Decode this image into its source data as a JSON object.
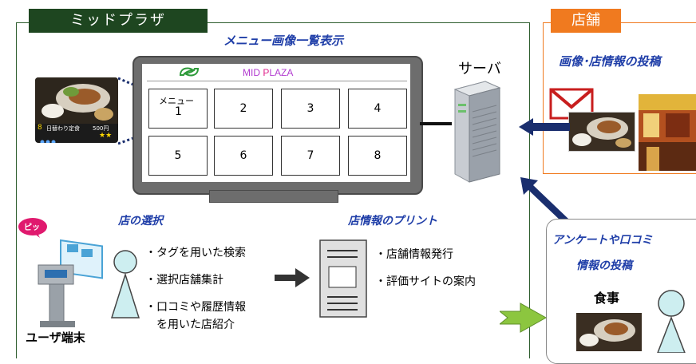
{
  "mid_plaza": {
    "title": "ミッドプラザ",
    "menu_display_title": "メニュー画像一覧表示",
    "logo_text_pre": "MID ",
    "logo_text_p": "P",
    "logo_text_post": "LAZA",
    "menu_first_label": "メニュー",
    "menu_numbers": [
      "1",
      "2",
      "3",
      "4",
      "5",
      "6",
      "7",
      "8"
    ],
    "sample_menu": {
      "number": "8",
      "name": "日替わり定食",
      "price": "500円",
      "stars": "★★"
    },
    "server_label": "サーバ",
    "selection_title": "店の選択",
    "selection_items": [
      "・タグを用いた検索",
      "・選択店舗集計",
      "・口コミや履歴情報",
      "を用いた店紹介"
    ],
    "print_title": "店情報のプリント",
    "print_items": [
      "・店舗情報発行",
      "・評価サイトの案内"
    ],
    "terminal_label": "ユーザ端末",
    "beep": "ピッ"
  },
  "store": {
    "title": "店舗",
    "post_title": "画像･店情報の投稿"
  },
  "survey": {
    "line1": "アンケートや口コミ",
    "line2": "情報の投稿",
    "meal_label": "食事"
  },
  "colors": {
    "mid_plaza_dark": "#1e4620",
    "store_orange": "#f07a1f",
    "label_blue": "#1f3ea8",
    "arrow_navy": "#1a2e6e",
    "arrow_green": "#8cc63f"
  }
}
